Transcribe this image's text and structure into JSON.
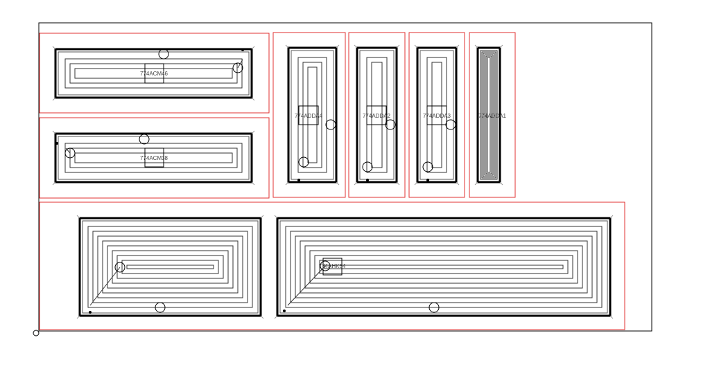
{
  "colors": {
    "panel_border": "#e03030",
    "frame": "#000000",
    "line": "#333333",
    "label": "#444444"
  },
  "panels": [
    {
      "id": "A",
      "label": "774ACM46"
    },
    {
      "id": "B",
      "label": "774ACM38"
    },
    {
      "id": "C",
      "label": "774ADDA4"
    },
    {
      "id": "D",
      "label": "774ADDA2"
    },
    {
      "id": "E",
      "label": "774ADDA3"
    },
    {
      "id": "F",
      "label": "774ADDA1"
    },
    {
      "id": "G",
      "label": "774AHK54"
    }
  ]
}
